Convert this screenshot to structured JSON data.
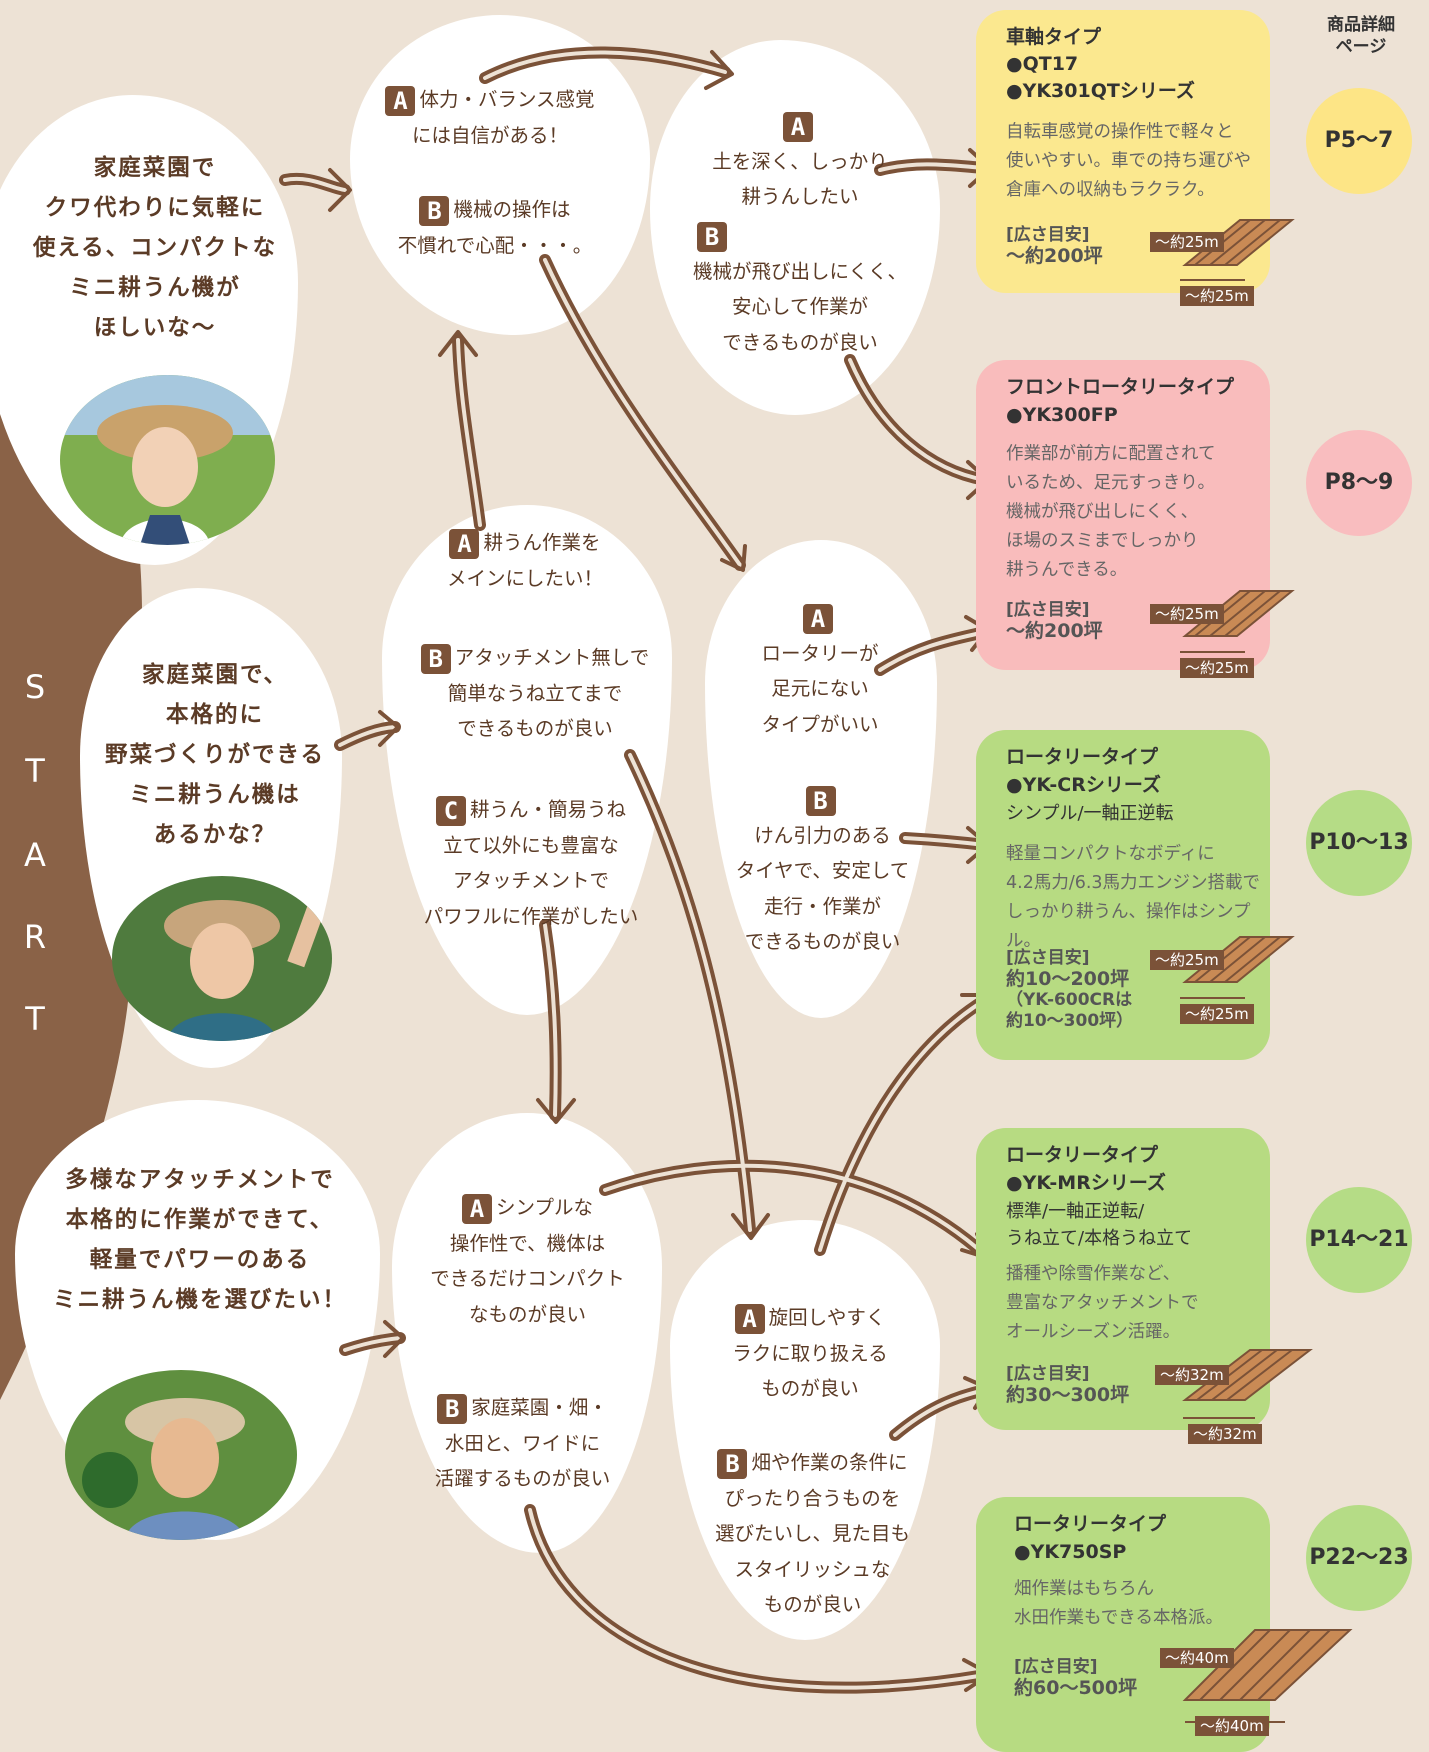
{
  "header": {
    "line1": "商品詳細",
    "line2": "ページ"
  },
  "start_label": [
    "S",
    "T",
    "A",
    "R",
    "T"
  ],
  "start_questions": [
    {
      "lines": [
        "家庭菜園で",
        "クワ代わりに気軽に",
        "使える、コンパクトな",
        "ミニ耕うん機が",
        "ほしいな〜"
      ]
    },
    {
      "lines": [
        "家庭菜園で、",
        "本格的に",
        "野菜づくりができる",
        "ミニ耕うん機は",
        "あるかな？"
      ]
    },
    {
      "lines": [
        "多様なアタッチメントで",
        "本格的に作業ができて、",
        "軽量でパワーのある",
        "ミニ耕うん機を選びたい！"
      ]
    }
  ],
  "questions": {
    "q1": {
      "a": {
        "badge": "A",
        "l1": "体力・バランス感覚",
        "l2": "には自信がある！"
      },
      "b": {
        "badge": "B",
        "l1": "機械の操作は",
        "l2": "不慣れで心配・・・。"
      }
    },
    "q2": {
      "a": {
        "badge": "A",
        "l1": "土を深く、しっかり",
        "l2": "耕うんしたい"
      },
      "b": {
        "badge": "B",
        "l1": "機械が飛び出しにくく、",
        "l2": "安心して作業が",
        "l3": "できるものが良い"
      }
    },
    "q3": {
      "a": {
        "badge": "A",
        "l1": "耕うん作業を",
        "l2": "メインにしたい！"
      },
      "b": {
        "badge": "B",
        "l1": "アタッチメント無しで",
        "l2": "簡単なうね立てまで",
        "l3": "できるものが良い"
      },
      "c": {
        "badge": "C",
        "l1": "耕うん・簡易うね",
        "l2": "立て以外にも豊富な",
        "l3": "アタッチメントで",
        "l4": "パワフルに作業がしたい"
      }
    },
    "q4": {
      "a": {
        "badge": "A",
        "l1": "ロータリーが",
        "l2": "足元にない",
        "l3": "タイプがいい"
      },
      "b": {
        "badge": "B",
        "l1": "けん引力のある",
        "l2": "タイヤで、安定して",
        "l3": "走行・作業が",
        "l4": "できるものが良い"
      }
    },
    "q5": {
      "a": {
        "badge": "A",
        "l1": "シンプルな",
        "l2": "操作性で、機体は",
        "l3": "できるだけコンパクト",
        "l4": "なものが良い"
      },
      "b": {
        "badge": "B",
        "l1": "家庭菜園・畑・",
        "l2": "水田と、ワイドに",
        "l3": "活躍するものが良い"
      }
    },
    "q6": {
      "a": {
        "badge": "A",
        "l1": "旋回しやすく",
        "l2": "ラクに取り扱える",
        "l3": "ものが良い"
      },
      "b": {
        "badge": "B",
        "l1": "畑や作業の条件に",
        "l2": "ぴったり合うものを",
        "l3": "選びたいし、見た目も",
        "l4": "スタイリッシュな",
        "l5": "ものが良い"
      }
    }
  },
  "products": [
    {
      "title": "車軸タイプ",
      "model1": "●QT17",
      "model2": "●YK301QTシリーズ",
      "desc": [
        "自転車感覚の操作性で軽々と",
        "使いやすい。車での持ち運びや",
        "倉庫への収納もラクラク。"
      ],
      "area_label": "[広さ目安]",
      "area": "〜約200坪",
      "dim1": "〜約25m",
      "dim2": "〜約25m",
      "page": "P5〜7",
      "color": "#fbe88f",
      "circle": "#fde586"
    },
    {
      "title": "フロントロータリータイプ",
      "model1": "●YK300FP",
      "desc": [
        "作業部が前方に配置されて",
        "いるため、足元すっきり。",
        "機械が飛び出しにくく、",
        "ほ場のスミまでしっかり",
        "耕うんできる。"
      ],
      "area_label": "[広さ目安]",
      "area": "〜約200坪",
      "dim1": "〜約25m",
      "dim2": "〜約25m",
      "page": "P8〜9",
      "color": "#f9bcbc",
      "circle": "#f9bdbf"
    },
    {
      "title": "ロータリータイプ",
      "model1": "●YK-CRシリーズ",
      "sub1": "シンプル/一軸正逆転",
      "desc": [
        "軽量コンパクトなボディに",
        "4.2馬力/6.3馬力エンジン搭載で",
        "しっかり耕うん、操作はシンプル。"
      ],
      "area_label": "[広さ目安]",
      "area": "約10〜200坪",
      "area_note1": "（YK-600CRは",
      "area_note2": "約10〜300坪）",
      "dim1": "〜約25m",
      "dim2": "〜約25m",
      "page": "P10〜13",
      "color": "#b7db82",
      "circle": "#b5dc86"
    },
    {
      "title": "ロータリータイプ",
      "model1": "●YK-MRシリーズ",
      "sub1": "標準/一軸正逆転/",
      "sub2": "うね立て/本格うね立て",
      "desc": [
        "播種や除雪作業など、",
        "豊富なアタッチメントで",
        "オールシーズン活躍。"
      ],
      "area_label": "[広さ目安]",
      "area": "約30〜300坪",
      "dim1": "〜約32m",
      "dim2": "〜約32m",
      "page": "P14〜21",
      "color": "#b7db82",
      "circle": "#b5dc86"
    },
    {
      "title": "ロータリータイプ",
      "model1": "●YK750SP",
      "desc": [
        "畑作業はもちろん",
        "水田作業もできる本格派。"
      ],
      "area_label": "[広さ目安]",
      "area": "約60〜500坪",
      "dim1": "〜約40m",
      "dim2": "〜約40m",
      "page": "P22〜23",
      "color": "#b7db82",
      "circle": "#b5dc86"
    }
  ]
}
